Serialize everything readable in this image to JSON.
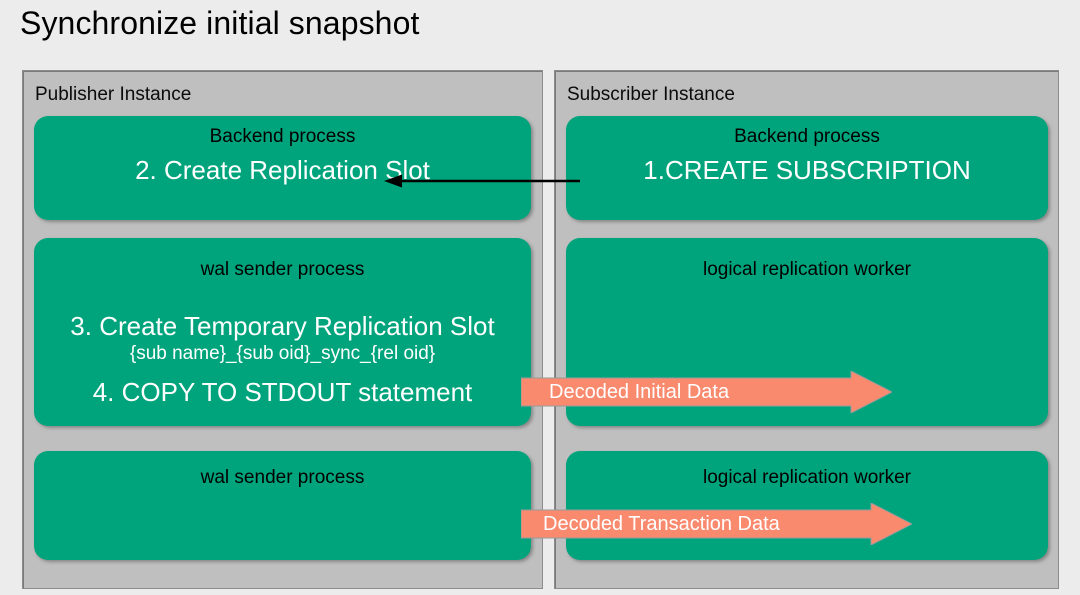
{
  "slide": {
    "title": "Synchronize initial snapshot",
    "background_color": "#ececec"
  },
  "colors": {
    "process_box": "#00a47c",
    "instance_panel": "#bfbfbf",
    "flow_arrow": "#fa8a6e",
    "connector_arrow": "#000000",
    "box_title_text": "#000000",
    "box_body_text": "#ffffff"
  },
  "publisher": {
    "label": "Publisher Instance",
    "boxes": [
      {
        "title": "Backend process",
        "lines": [
          "2. Create Replication Slot"
        ]
      },
      {
        "title": "wal sender process",
        "lines": [
          "3. Create Temporary Replication Slot",
          "{sub name}_{sub oid}_sync_{rel oid}",
          "4. COPY TO STDOUT statement"
        ]
      },
      {
        "title": "wal sender process",
        "lines": []
      }
    ]
  },
  "subscriber": {
    "label": "Subscriber Instance",
    "boxes": [
      {
        "title": "Backend process",
        "lines": [
          "1.CREATE SUBSCRIPTION"
        ]
      },
      {
        "title": "logical replication worker",
        "lines": []
      },
      {
        "title": "logical replication worker",
        "lines": []
      }
    ]
  },
  "flows": [
    {
      "label": "Decoded Initial Data",
      "direction": "right",
      "from": "wal sender process",
      "to": "logical replication worker"
    },
    {
      "label": "Decoded Transaction Data",
      "direction": "right",
      "from": "wal sender process",
      "to": "logical replication worker"
    }
  ],
  "connector": {
    "direction": "left",
    "from": "1.CREATE SUBSCRIPTION",
    "to": "2. Create Replication Slot"
  }
}
